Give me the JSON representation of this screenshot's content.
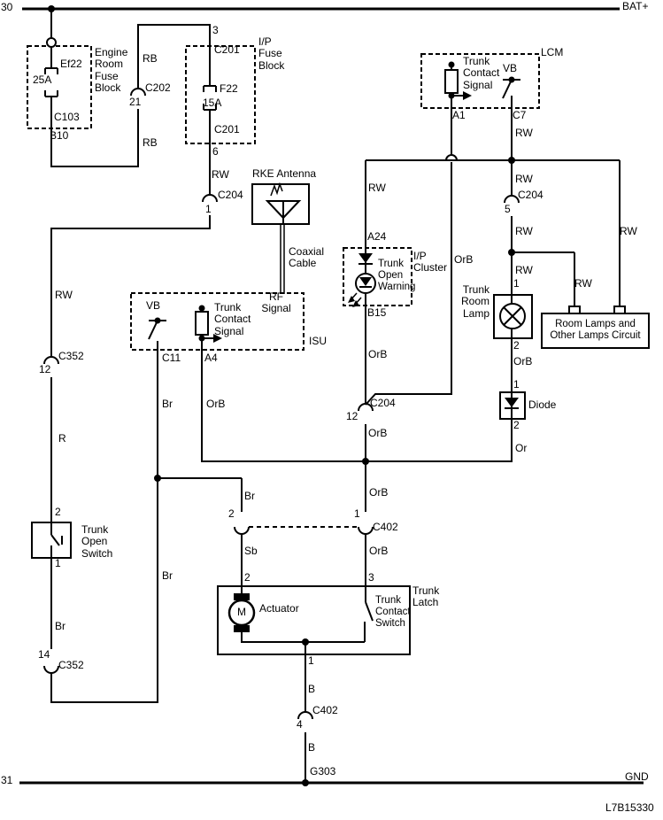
{
  "rails": {
    "top_left": "30",
    "top_right": "BAT+",
    "bottom_left": "31",
    "bottom_right": "GND"
  },
  "doc_code": "L7B15330",
  "blocks": {
    "engine_room_fuse_block": {
      "name": "Engine Room Fuse Block",
      "fuse_id": "Ef22",
      "fuse_rating": "25A",
      "conn": "C103",
      "pin_out": "B10"
    },
    "ip_fuse_block": {
      "name": "I/P Fuse Block",
      "pin_in": "3",
      "conn_top": "C201",
      "fuse_id": "F22",
      "fuse_rating": "15A",
      "conn_bottom": "C201",
      "pin_out": "6"
    },
    "lcm": {
      "name": "LCM",
      "signal_label": "Trunk Contact Signal",
      "vb_label": "VB",
      "pin_signal": "A1",
      "pin_vb": "C7"
    },
    "rke_antenna": {
      "name": "RKE Antenna",
      "cable_label": "Coaxial Cable"
    },
    "isu": {
      "name": "ISU",
      "vb_label": "VB",
      "signal_label": "Trunk Contact Signal",
      "rf_label": "RF Signal",
      "pin_vb": "C11",
      "pin_signal": "A4"
    },
    "ip_cluster": {
      "name": "I/P Cluster",
      "warning_label": "Trunk Open Warning",
      "pin_in": "A24",
      "pin_out": "B15"
    },
    "trunk_room_lamp": {
      "name": "Trunk Room Lamp",
      "pin_in": "1",
      "pin_out": "2"
    },
    "room_lamps_circuit": {
      "name": "Room Lamps and Other Lamps Circuit"
    },
    "diode": {
      "name": "Diode",
      "pin_in": "1",
      "pin_out": "2"
    },
    "trunk_open_switch": {
      "name": "Trunk Open Switch",
      "pin_in": "2",
      "pin_out": "1"
    },
    "trunk_latch": {
      "name": "Trunk Latch",
      "actuator_label": "Actuator",
      "motor_label": "M",
      "switch_label": "Trunk Contact Switch",
      "pin_actuator": "2",
      "pin_switch": "3",
      "pin_ground": "1"
    },
    "ground": {
      "name": "G303"
    }
  },
  "connectors": {
    "c202": {
      "name": "C202",
      "pin": "21"
    },
    "c204_1": {
      "name": "C204",
      "pin": "1"
    },
    "c204_5": {
      "name": "C204",
      "pin": "5"
    },
    "c204_12": {
      "name": "C204",
      "pin": "12"
    },
    "c352_12": {
      "name": "C352",
      "pin": "12"
    },
    "c352_14": {
      "name": "C352",
      "pin": "14"
    },
    "c402_1": {
      "name": "C402",
      "pin": "1"
    },
    "c402_2": {
      "pin": "2"
    },
    "c402_4": {
      "name": "C402",
      "pin": "4"
    }
  },
  "wire_colors": {
    "rb_1": "RB",
    "rb_2": "RB",
    "rw_1": "RW",
    "rw_2": "RW",
    "rw_3": "RW",
    "rw_4": "RW",
    "rw_5": "RW",
    "rw_6": "RW",
    "rw_7": "RW",
    "rw_8": "RW",
    "rw_9": "RW",
    "r_1": "R",
    "br_1": "Br",
    "br_2": "Br",
    "br_3": "Br",
    "br_4": "Br",
    "sb_1": "Sb",
    "orb_1": "OrB",
    "orb_2": "OrB",
    "orb_3": "OrB",
    "orb_4": "OrB",
    "orb_5": "OrB",
    "orb_6": "OrB",
    "orb_7": "OrB",
    "or_1": "Or",
    "b_1": "B",
    "b_2": "B"
  }
}
